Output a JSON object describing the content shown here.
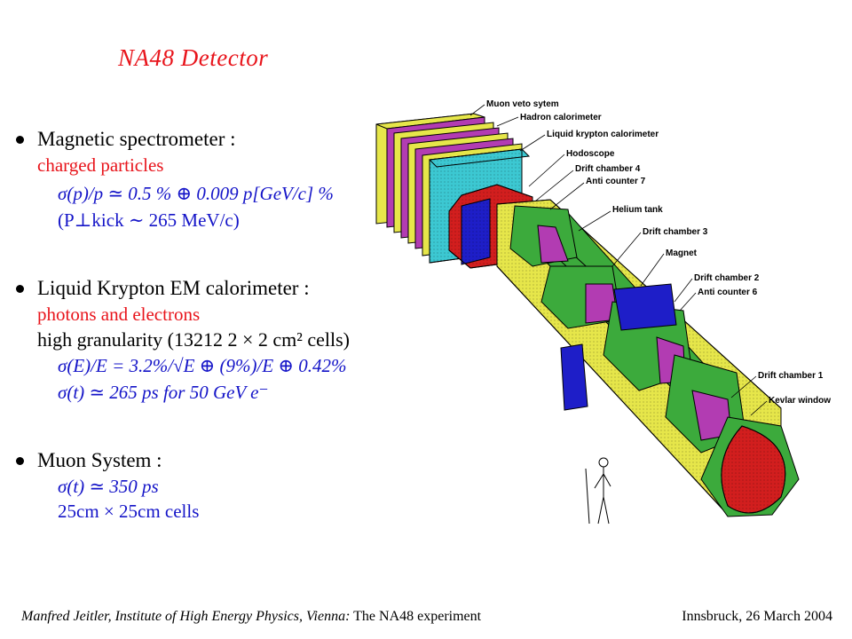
{
  "title": "NA48 Detector",
  "sections": {
    "spectrometer": {
      "heading": "Magnetic spectrometer :",
      "subtitle": "charged particles",
      "formula1": "σ(p)/p ≃ 0.5 % ⊕ 0.009 p[GeV/c] %",
      "formula2": "(P⊥kick ∼ 265 MeV/c)"
    },
    "calorimeter": {
      "heading": "Liquid Krypton EM calorimeter :",
      "subtitle": "photons and electrons",
      "detail": "high granularity (13212  2 × 2 cm² cells)",
      "formula1": "σ(E)/E = 3.2%/√E ⊕ (9%)/E ⊕ 0.42%",
      "formula2": "σ(t) ≃ 265 ps for 50 GeV e⁻"
    },
    "muon": {
      "heading": "Muon System :",
      "formula1": "σ(t) ≃ 350 ps",
      "formula2": "25cm × 25cm cells"
    }
  },
  "labels": {
    "muon_veto": "Muon veto sytem",
    "hadron_cal": "Hadron calorimeter",
    "lkr": "Liquid krypton calorimeter",
    "hodoscope": "Hodoscope",
    "dch4": "Drift chamber 4",
    "ac7": "Anti counter 7",
    "helium": "Helium tank",
    "dch3": "Drift chamber 3",
    "magnet": "Magnet",
    "dch2": "Drift chamber 2",
    "ac6": "Anti counter 6",
    "dch1": "Drift chamber 1",
    "kevlar": "Kevlar window"
  },
  "footer": {
    "author": "Manfred Jeitler,   Institute of High Energy Physics, Vienna:",
    "talk": " The NA48 experiment",
    "place_date": "Innsbruck, 26 March 2004"
  },
  "colors": {
    "yellow": "#e6e64a",
    "magenta": "#b23cb2",
    "cyan": "#3cc8d2",
    "red": "#d21e1e",
    "blue": "#1e1ec8",
    "green": "#3caa3c"
  }
}
